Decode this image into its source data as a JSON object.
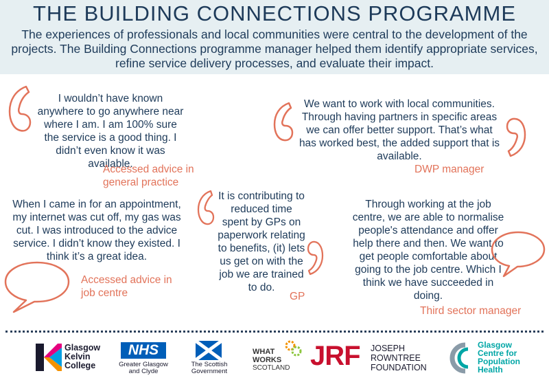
{
  "header": {
    "title": "THE BUILDING CONNECTIONS PROGRAMME",
    "intro": "The experiences of professionals and local communities were central to the development of the projects. The Building Connections programme manager helped them identify appropriate services, refine service delivery processes, and evaluate their impact."
  },
  "quotes": [
    {
      "text": "I wouldn’t have known anywhere to go anywhere near where I am. I am 100% sure the service is a good thing. I didn’t even know it was available.",
      "attribution_line1": "Accessed advice in",
      "attribution_line2": "general practice"
    },
    {
      "text": "We want to work with local communities. Through having partners in specific areas we can offer better support. That’s what has worked best, the added support that is available.",
      "attribution": "DWP manager"
    },
    {
      "text": "When I came in for an appointment, my internet was cut off, my gas was cut. I was introduced to the advice service. I didn’t know they existed. I think it’s a great idea.",
      "attribution_line1": "Accessed advice in",
      "attribution_line2": "job centre"
    },
    {
      "text": "It is contributing to reduced time spent by GPs on paperwork relating to benefits, (it) lets us get on with the job we are trained to do.",
      "attribution": "GP"
    },
    {
      "text": "Through working at the job centre, we are able to normalise people's attendance and offer help there and then. We want to get people comfortable about going to the job centre. Which I think we have succeeded in doing.",
      "attribution": "Third sector manager"
    }
  ],
  "logos": {
    "gkc": {
      "line1": "Glasgow",
      "line2": "Kelvin",
      "line3": "College"
    },
    "nhs": {
      "mark": "NHS",
      "line1": "Greater Glasgow",
      "line2": "and Clyde"
    },
    "scot": {
      "line1": "The Scottish",
      "line2": "Government"
    },
    "ww": {
      "line1": "WHAT",
      "line2": "WORKS",
      "line3": "SCOTLAND"
    },
    "jrf": {
      "mark": "JRF",
      "line1": "JOSEPH",
      "line2": "ROWNTREE",
      "line3": "FOUNDATION"
    },
    "gcph": {
      "line1": "Glasgow",
      "line2": "Centre for",
      "line3": "Population",
      "line4": "Health"
    }
  },
  "colors": {
    "navy": "#1d3a59",
    "accent": "#e2735a",
    "header_bg": "#e6eff2"
  }
}
